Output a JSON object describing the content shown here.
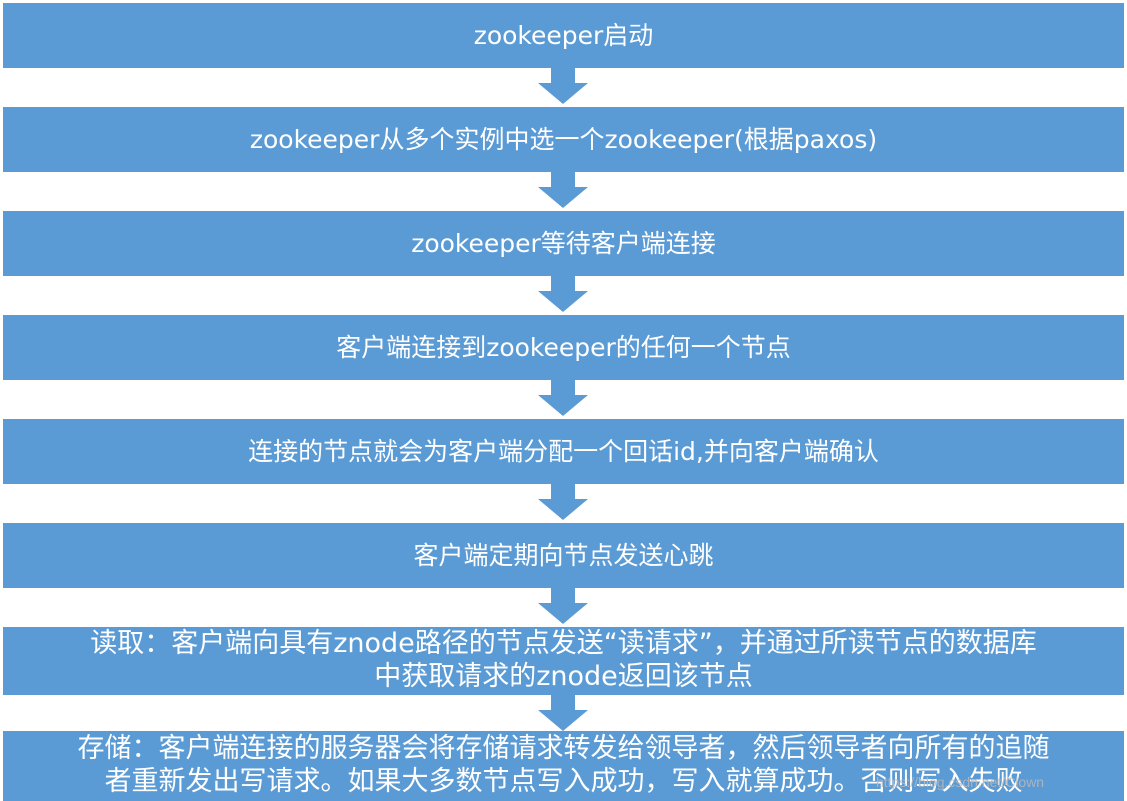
{
  "colors": {
    "box": "#5b9bd5",
    "text": "#ffffff",
    "arrow": "#5b9bd5"
  },
  "steps": [
    "zookeeper启动",
    "zookeeper从多个实例中选一个zookeeper(根据paxos)",
    "zookeeper等待客户端连接",
    "客户端连接到zookeeper的任何一个节点",
    "连接的节点就会为客户端分配一个回话id,并向客户端确认",
    "客户端定期向节点发送心跳"
  ],
  "read_step": {
    "line1": "读取：客户端向具有znode路径的节点发送“读请求”，并通过所读节点的数据库",
    "line2": "中获取请求的znode返回该节点"
  },
  "store_step": {
    "line1": "存储：客户端连接的服务器会将存储请求转发给领导者，然后领导者向所有的追随",
    "line2": "者重新发出写请求。如果大多数节点写入成功，写入就算成功。否则写入失败"
  },
  "watermark": "https://blog.csdn.net/Clown"
}
